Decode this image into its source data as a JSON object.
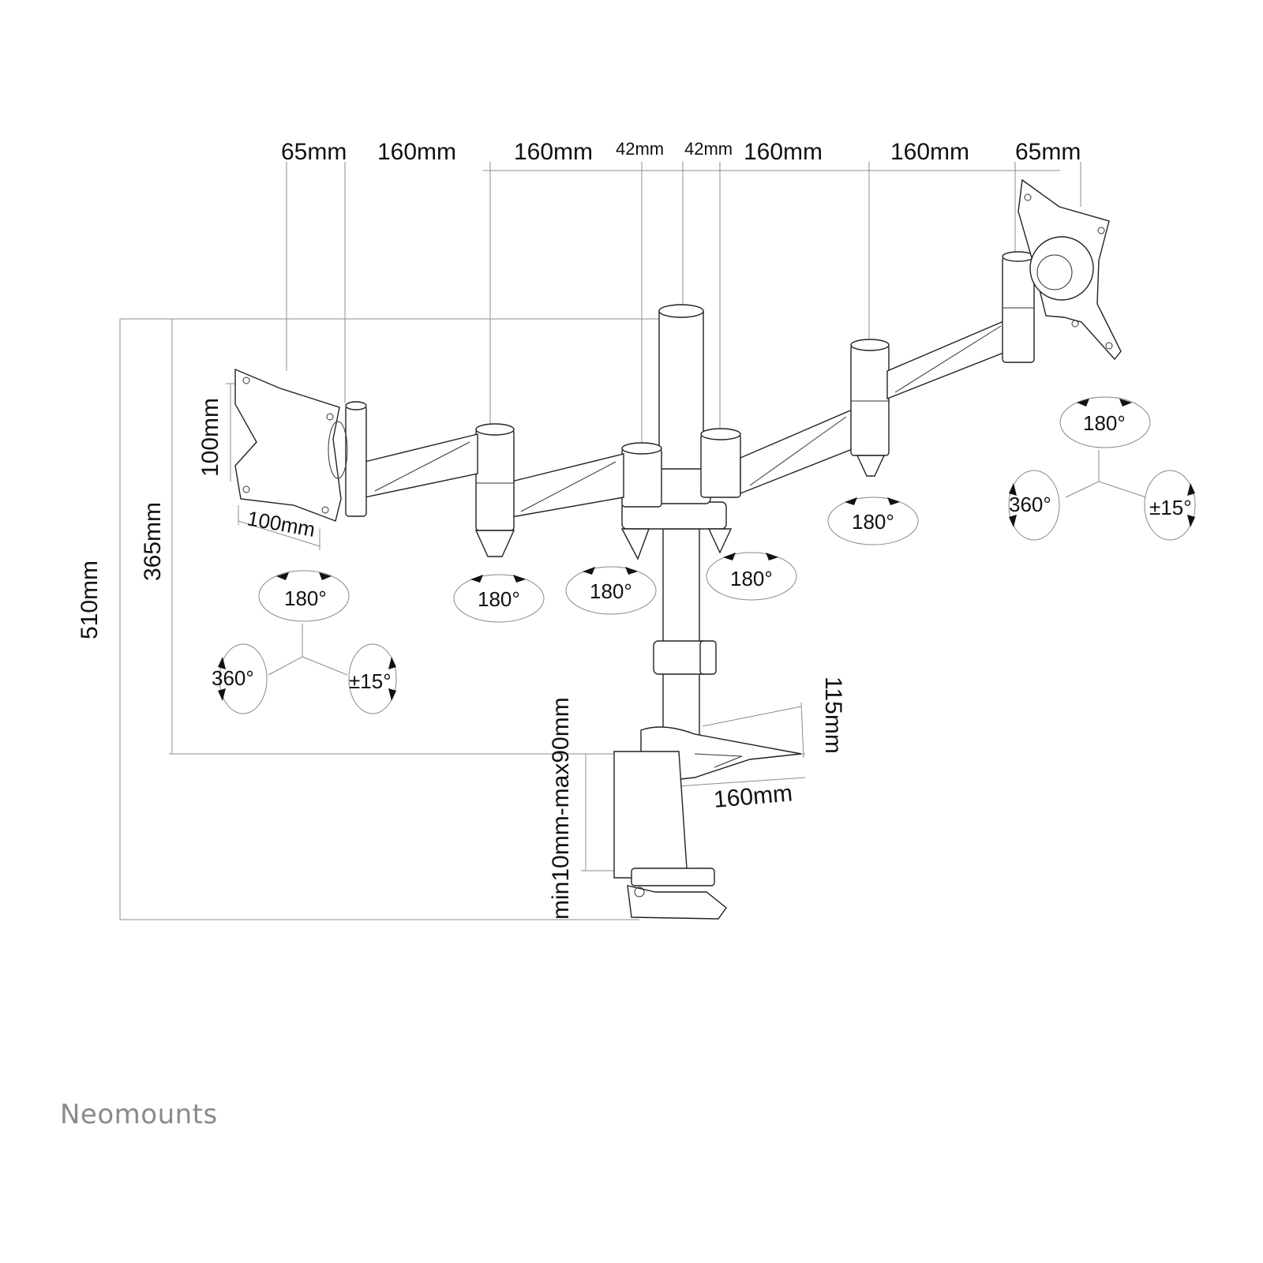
{
  "brand": {
    "name": "Neomounts",
    "color": "#8a8a8a"
  },
  "dimensions": {
    "top": {
      "left_plate_offset": "65mm",
      "left_arm_outer": "160mm",
      "left_arm_inner": "160mm",
      "left_pole_offset": "42mm",
      "right_pole_offset": "42mm",
      "right_arm_inner": "160mm",
      "right_arm_outer": "160mm",
      "right_plate_offset": "65mm"
    },
    "vesa_height": "100mm",
    "vesa_width": "100mm",
    "total_height": "510mm",
    "arm_height": "365mm",
    "clamp_range": "min10mm-max90mm",
    "base_depth": "115mm",
    "base_length": "160mm"
  },
  "angles": {
    "left_plate": {
      "tilt": "180°",
      "rotate": "360°",
      "level": "±15°"
    },
    "left_outer_joint": "180°",
    "left_inner_joint": "180°",
    "right_inner_joint": "180°",
    "right_outer_joint": "180°",
    "right_plate": {
      "tilt": "180°",
      "rotate": "360°",
      "level": "±15°"
    }
  }
}
